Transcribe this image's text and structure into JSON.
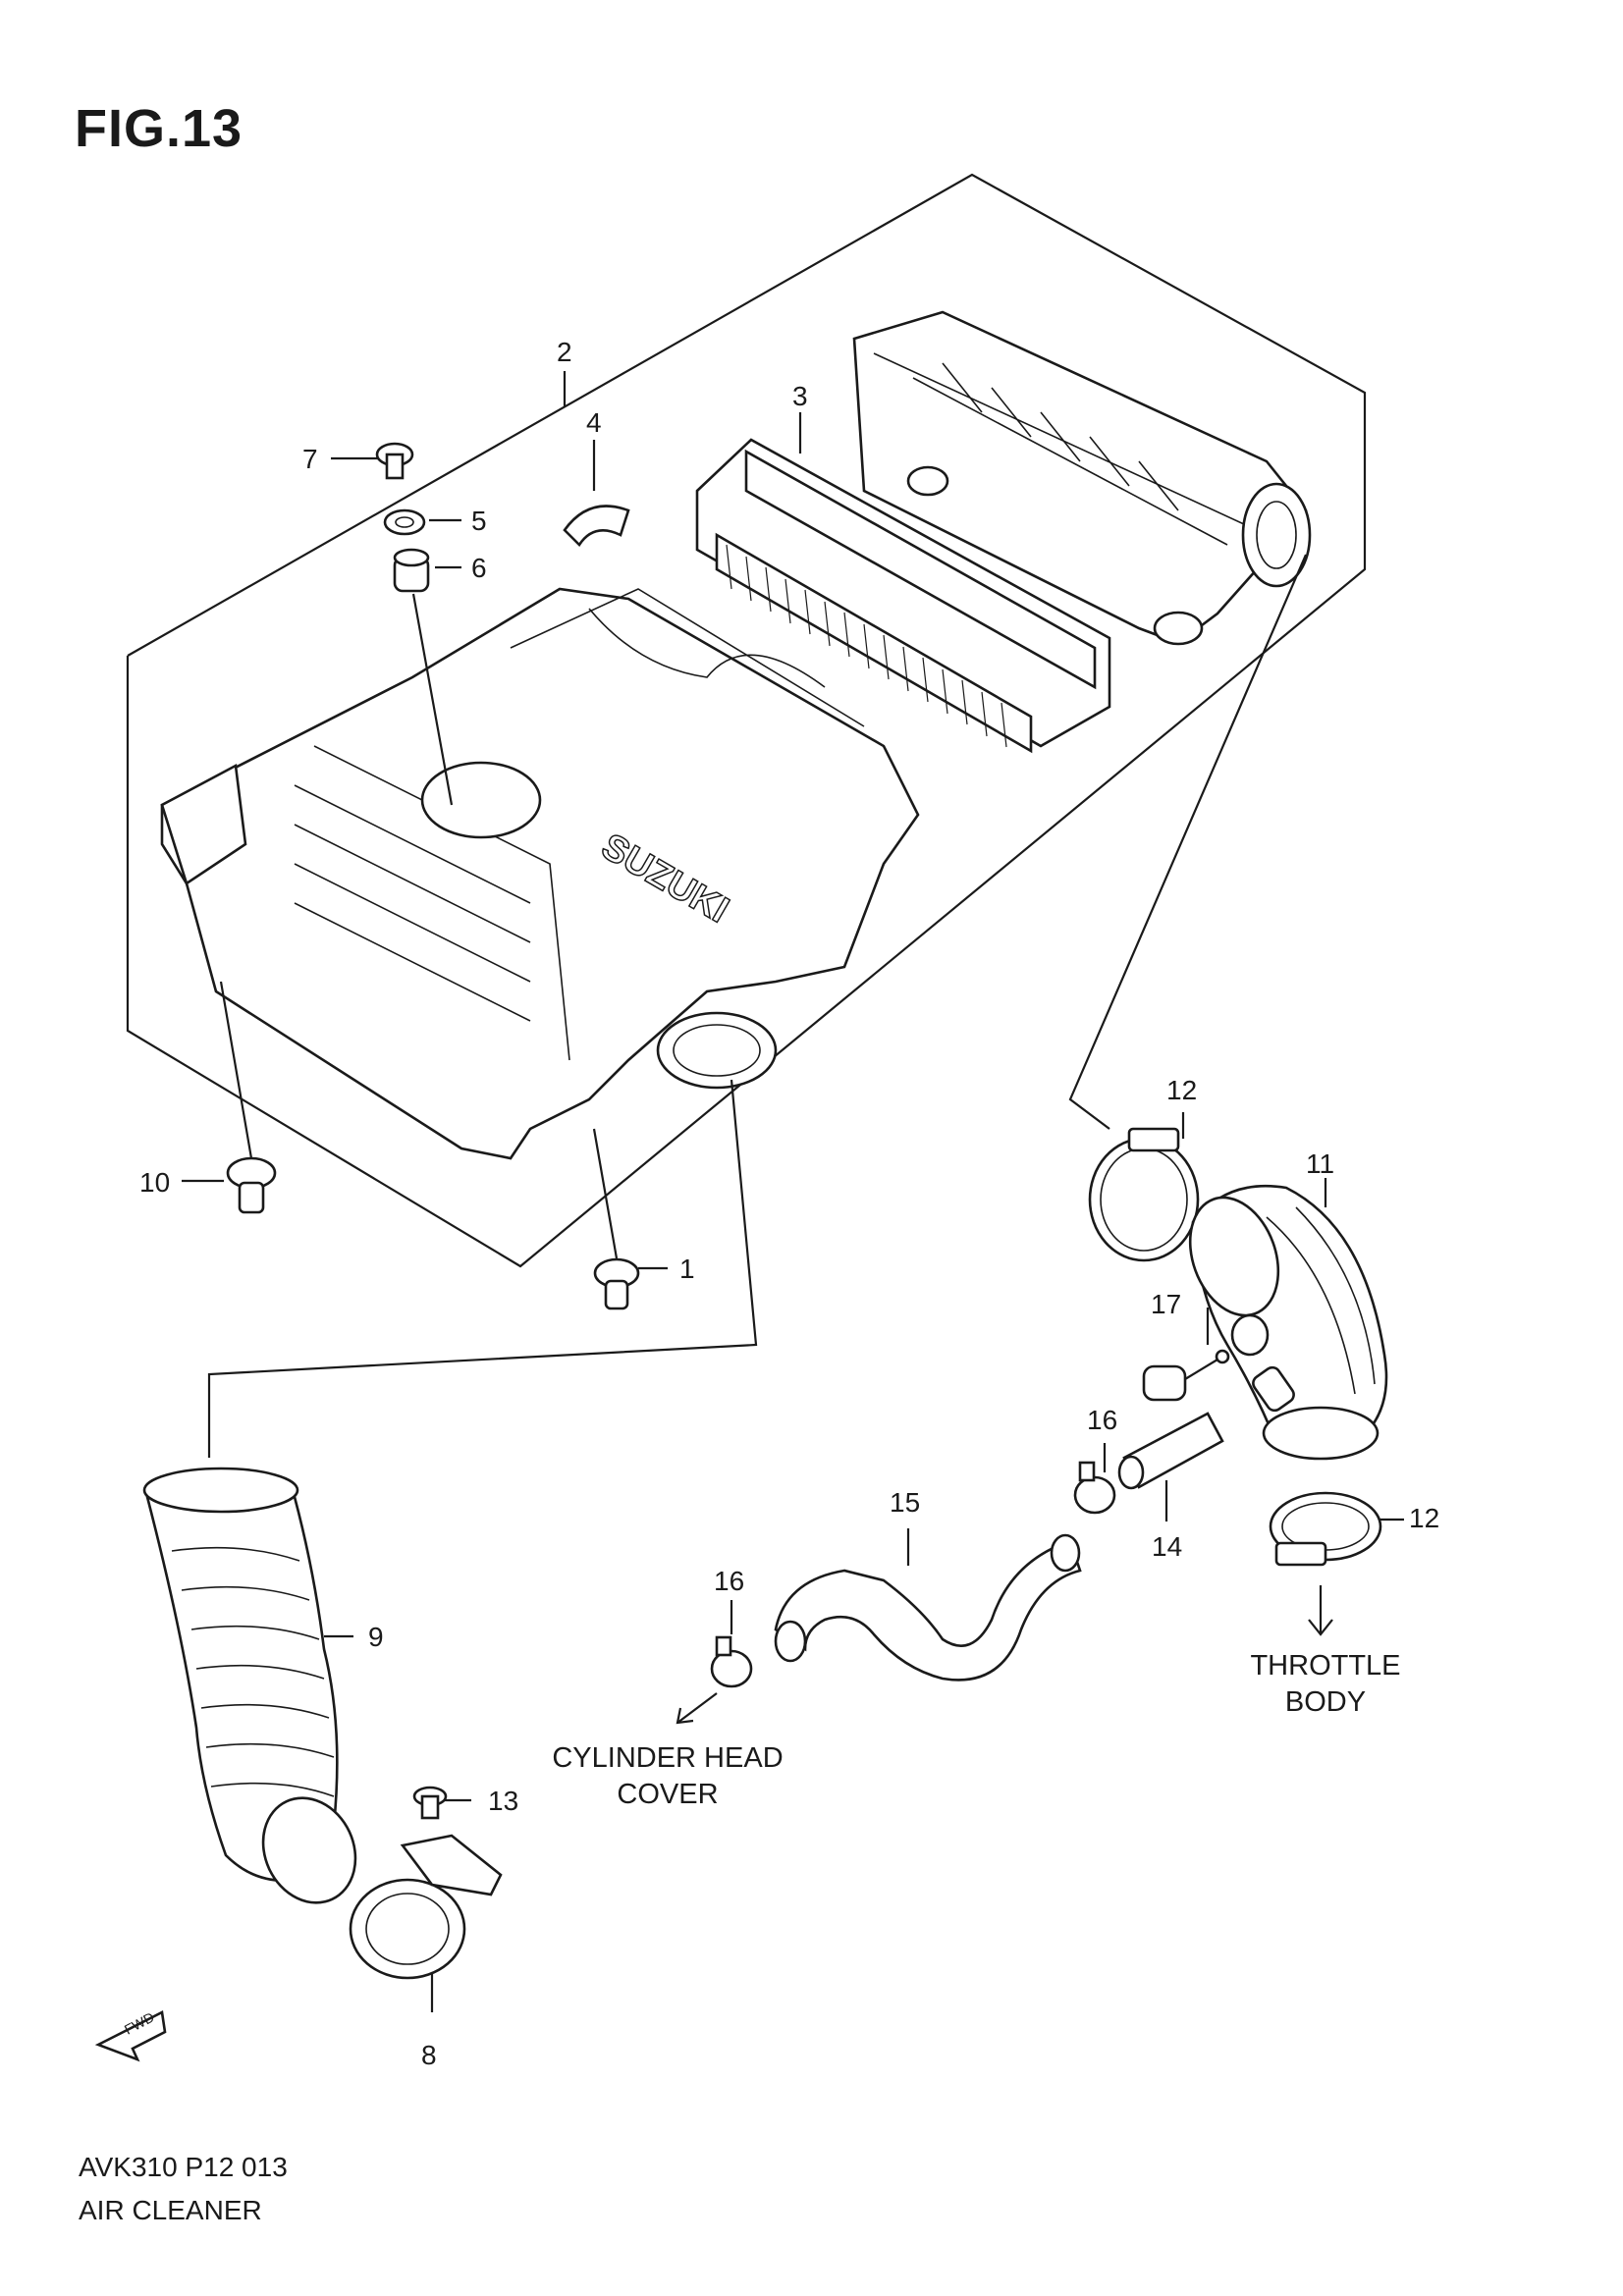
{
  "figure": {
    "title": "FIG.13",
    "code": "AVK310 P12 013",
    "name": "AIR CLEANER"
  },
  "parts": [
    {
      "num": "1"
    },
    {
      "num": "2"
    },
    {
      "num": "3"
    },
    {
      "num": "4"
    },
    {
      "num": "5"
    },
    {
      "num": "6"
    },
    {
      "num": "7"
    },
    {
      "num": "8"
    },
    {
      "num": "9"
    },
    {
      "num": "10"
    },
    {
      "num": "11"
    },
    {
      "num": "12"
    },
    {
      "num": "12"
    },
    {
      "num": "13"
    },
    {
      "num": "14"
    },
    {
      "num": "15"
    },
    {
      "num": "16"
    },
    {
      "num": "16"
    },
    {
      "num": "17"
    }
  ],
  "callouts": {
    "throttle_line1": "THROTTLE",
    "throttle_line2": "BODY",
    "cylinder_line1": "CYLINDER HEAD",
    "cylinder_line2": "COVER"
  },
  "housing_logo": "SUZUKI",
  "fwd_marker": "FWD",
  "icons": [
    "fwd-arrow-icon",
    "direction-arrow-icon"
  ]
}
